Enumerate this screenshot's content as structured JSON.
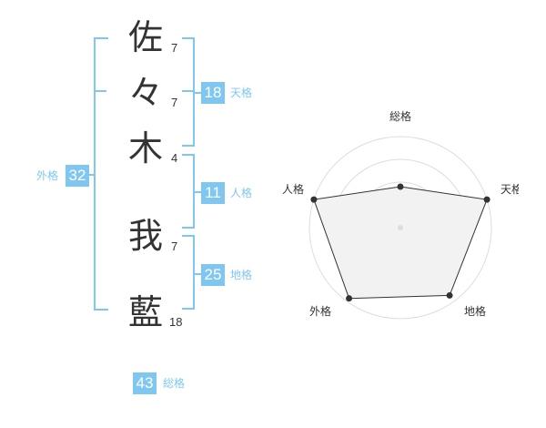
{
  "name": {
    "chars": [
      {
        "char": "佐",
        "strokes": "7"
      },
      {
        "char": "々",
        "strokes": "7"
      },
      {
        "char": "木",
        "strokes": "4"
      },
      {
        "char": "我",
        "strokes": "7"
      },
      {
        "char": "藍",
        "strokes": "18"
      }
    ]
  },
  "kakusu": {
    "tenkaku": {
      "value": "18",
      "label": "天格"
    },
    "jinkaku": {
      "value": "11",
      "label": "人格"
    },
    "chikaku": {
      "value": "25",
      "label": "地格"
    },
    "gaikaku": {
      "value": "32",
      "label": "外格"
    },
    "soukaku": {
      "value": "43",
      "label": "総格"
    }
  },
  "colors": {
    "accent": "#7fc7f1",
    "text": "#333333",
    "grid": "#dddddd",
    "fill": "#f2f2f2"
  },
  "chart_data": {
    "type": "radar",
    "axes": [
      "総格",
      "天格",
      "地格",
      "外格",
      "人格"
    ],
    "values": [
      0.45,
      1.0,
      0.92,
      0.96,
      1.0
    ],
    "rings": 4,
    "ring_max": 1.0
  }
}
